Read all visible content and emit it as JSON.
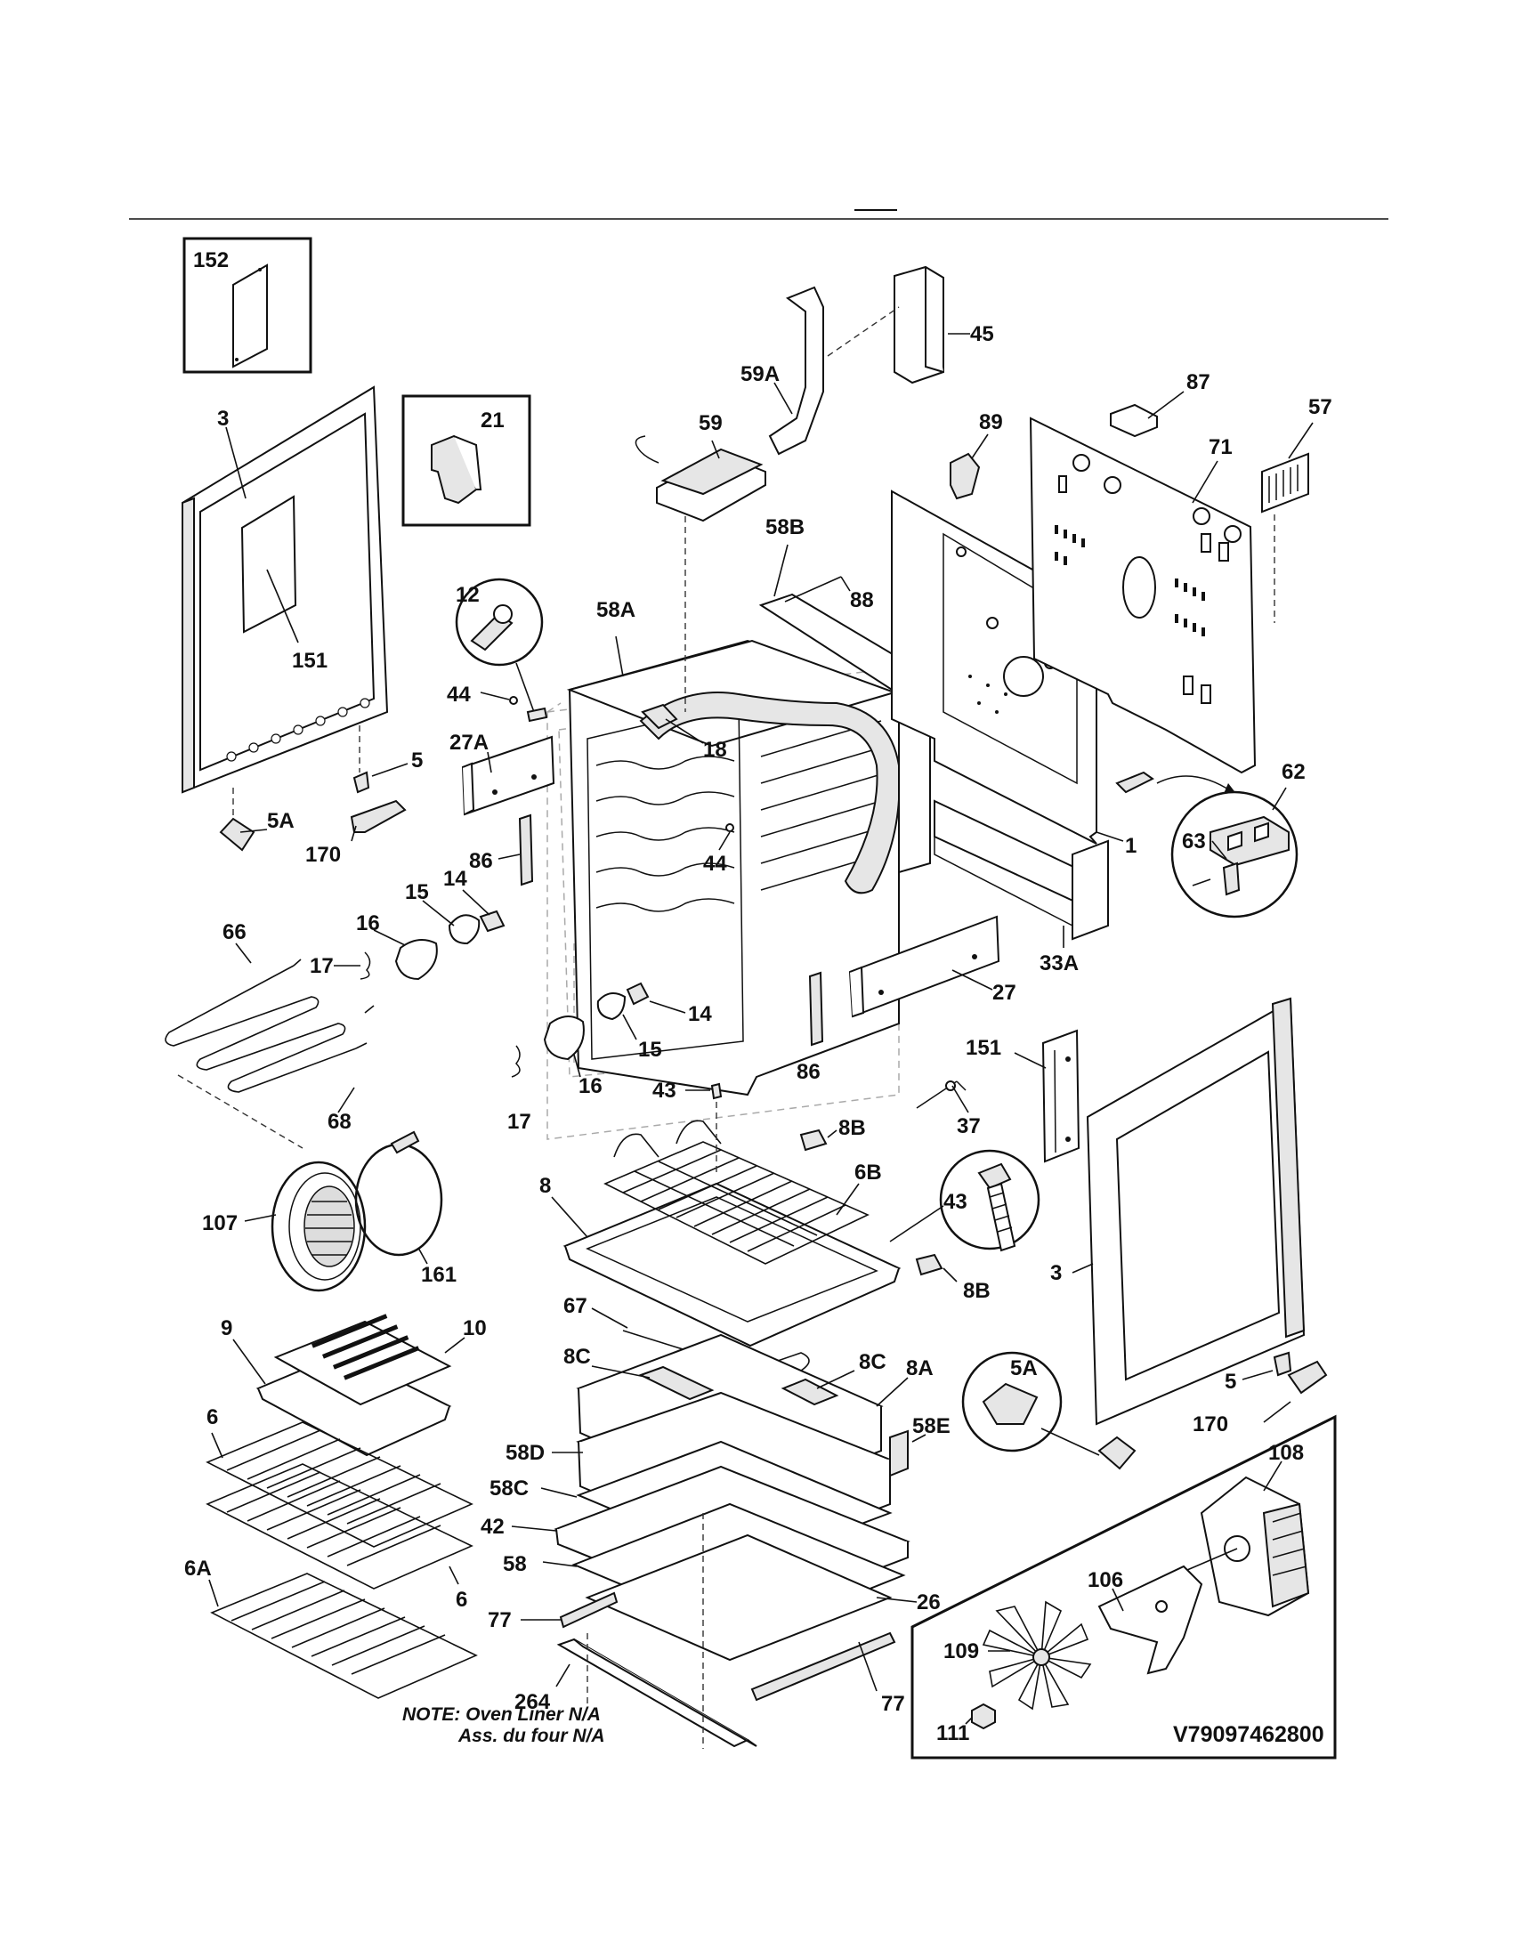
{
  "diagram_code": "V79097462800",
  "note": {
    "line1": "NOTE: Oven Liner N/A",
    "line2": "Ass. du four N/A"
  },
  "callouts": {
    "c152": "152",
    "c21": "21",
    "c3_left": "3",
    "c151_left": "151",
    "c5_left": "5",
    "c5A_left": "5A",
    "c170_left": "170",
    "c12": "12",
    "c44_top": "44",
    "c27A": "27A",
    "c58A": "58A",
    "c18": "18",
    "c59A": "59A",
    "c45": "45",
    "c59": "59",
    "c58B": "58B",
    "c88": "88",
    "c89": "89",
    "c87": "87",
    "c71": "71",
    "c57": "57",
    "c1": "1",
    "c62": "62",
    "c63": "63",
    "c33A": "33A",
    "c27": "27",
    "c86_left": "86",
    "c44_mid": "44",
    "c15_top": "15",
    "c14_top": "14",
    "c16_top": "16",
    "c66": "66",
    "c17_top": "17",
    "c14_mid": "14",
    "c15_mid": "15",
    "c86_mid": "86",
    "c16_mid": "16",
    "c17_mid": "17",
    "c43_small": "43",
    "c8B_top": "8B",
    "c151_right": "151",
    "c37": "37",
    "c68": "68",
    "c107": "107",
    "c161": "161",
    "c8": "8",
    "c6B": "6B",
    "c43_big": "43",
    "c3_right": "3",
    "c8B_bot": "8B",
    "c9": "9",
    "c10": "10",
    "c67": "67",
    "c8C_left": "8C",
    "c8C_right": "8C",
    "c8A": "8A",
    "c58E": "58E",
    "c5A_right": "5A",
    "c5_right": "5",
    "c170_right": "170",
    "c108": "108",
    "c6_top": "6",
    "c58D": "58D",
    "c58C": "58C",
    "c42": "42",
    "c58": "58",
    "c6_bot": "6",
    "c6A": "6A",
    "c26": "26",
    "c77_left": "77",
    "c106": "106",
    "c109": "109",
    "c264": "264",
    "c77_right": "77",
    "c111": "111"
  }
}
